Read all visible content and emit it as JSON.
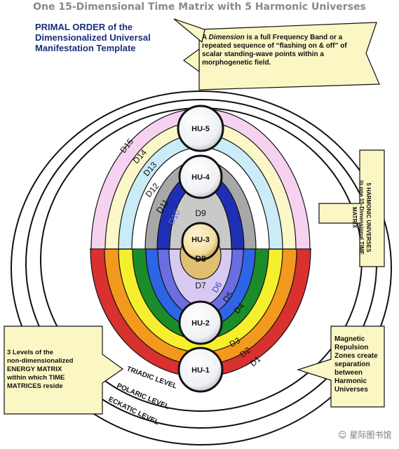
{
  "title": "One 15-Dimensional Time Matrix with 5 Harmonic Universes",
  "primal_order": [
    "PRIMAL ORDER of the",
    "Dimensionalized Universal",
    "Manifestation Template"
  ],
  "dimension_box": {
    "prefix": "A ",
    "term": "Dimension",
    "rest": " is a full Frequency Band or a repeated sequence of “flashing on & off” of scalar standing-wave points within a morphogenetic field."
  },
  "harmonic_universes_box": [
    "5 HARMONIC UNIVERSES",
    "in one 15-Dimensional TIME MATRIX"
  ],
  "magnetic_box": "Magnetic Repulsion Zones create separation between Harmonic Universes",
  "levels_box": {
    "line1": "3 Levels of the",
    "line2": "non-dimensionalized",
    "line3": "ENERGY MATRIX",
    "line4": "within which TIME",
    "line5": "MATRICES reside"
  },
  "levels": [
    "TRIADIC LEVEL",
    "POLARIC LEVEL",
    "ECKATIC LEVEL"
  ],
  "harmonic_universes": [
    "HU-5",
    "HU-4",
    "HU-3",
    "HU-2",
    "HU-1"
  ],
  "dimensions": {
    "d15": "D15",
    "d14": "D14",
    "d13": "D13",
    "d12": "D12",
    "d11": "D11",
    "d10": "D10",
    "d9": "D9",
    "d8": "D8",
    "d7": "D7",
    "d6": "D6",
    "d5": "D5",
    "d4": "D4",
    "d3": "D3",
    "d2": "D2",
    "d1": "D1"
  },
  "colors": {
    "d1_red": "#d93030",
    "d2_orange": "#f39a1e",
    "d3_yellow": "#f6ef2e",
    "d4_green": "#1a8c2a",
    "d5_blue": "#2e64e6",
    "d6_indigo": "#6b6ee0",
    "d7_lavender": "#d8c9f3",
    "d8_gold": "#e0c070",
    "d9_gray": "#c9c9c9",
    "d10_navy": "#1f2fb4",
    "d11_gray": "#a8a8a8",
    "d12_white": "#ffffff",
    "d13_lightblue": "#c9ecf7",
    "d14_lightyellow": "#fbf7c8",
    "d15_pink": "#f6d2f1",
    "callout_fill": "#fbf7c4",
    "title_gray": "#8a8a8a",
    "primal_blue": "#1a2f7a"
  },
  "watermark": "☺ 星际图书馆"
}
